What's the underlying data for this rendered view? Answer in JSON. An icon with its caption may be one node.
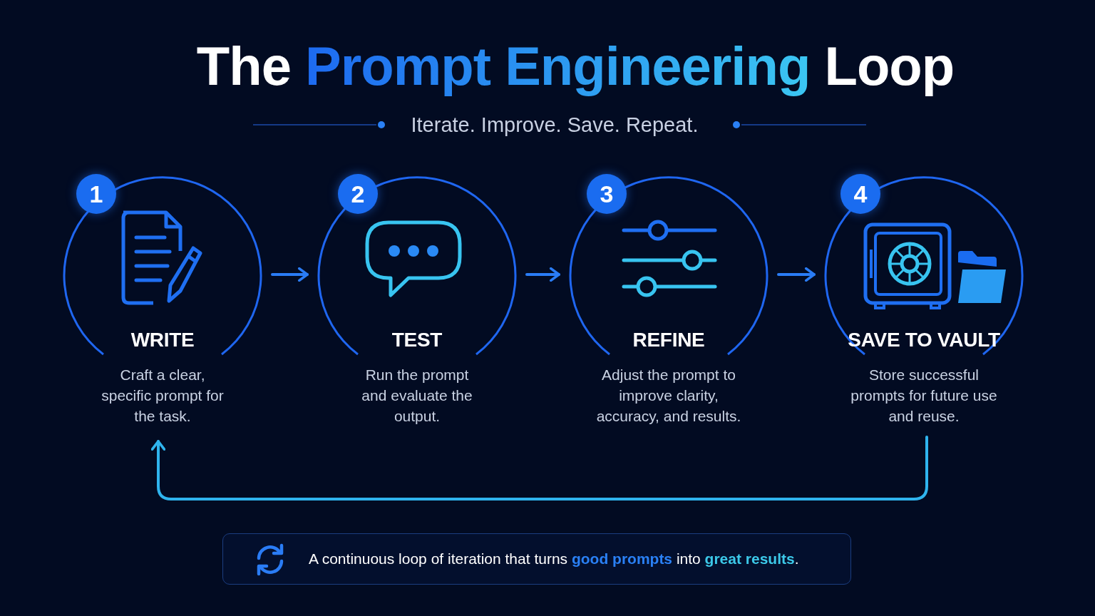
{
  "diagram": {
    "title": "The **Prompt Engineering** Loop",
    "caption": "A continuous loop of iteration that turns **good prompts** into **great results**.",
    "nodes": [
      {
        "text": [
          "1",
          "WRITE",
          "Craft a clear, specific prompt for the task."
        ]
      },
      {
        "text": [
          "2",
          "TEST",
          "Run the prompt and evaluate the output."
        ]
      },
      {
        "text": [
          "3",
          "REFINE",
          "Adjust the prompt to improve clarity, accuracy, and results."
        ]
      },
      {
        "text": [
          "4",
          "SAVE TO VAULT",
          "Store successful prompts for future use and reuse."
        ]
      }
    ],
    "edges": [
      {
        "from": 0,
        "to": 1,
        "arrow": "to"
      },
      {
        "from": 1,
        "to": 2,
        "arrow": "to"
      },
      {
        "from": 2,
        "to": 3,
        "arrow": "to"
      },
      {
        "from": 3,
        "to": 0,
        "arrow": "to",
        "color": "#2fb4ee"
      }
    ],
    "labels": [
      "Iterate. Improve. Save. Repeat."
    ]
  }
}
